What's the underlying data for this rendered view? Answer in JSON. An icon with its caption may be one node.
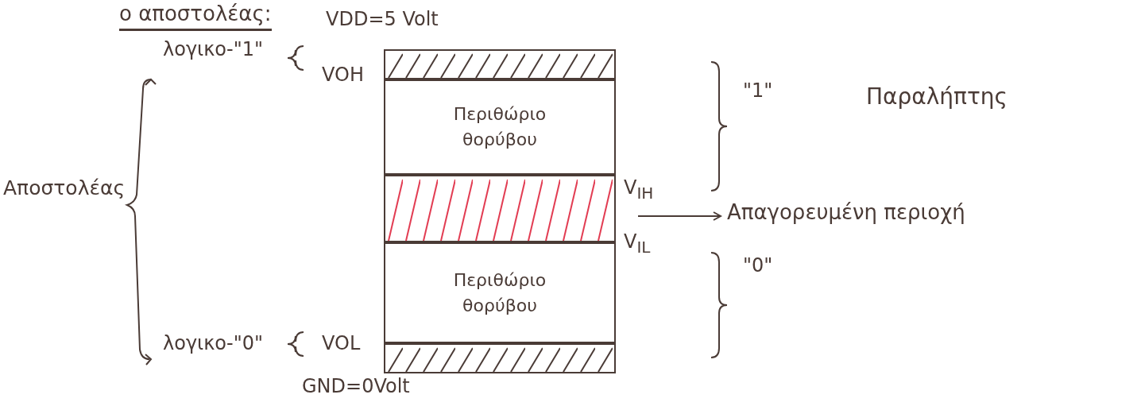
{
  "diagram": {
    "title": "ο αποστολέας:",
    "nodes": [
      {
        "text": [],
        "shape": "box"
      },
      {
        "text": [
          "Περιθώριο θορύβου"
        ]
      },
      {
        "text": [],
        "shape": "box"
      },
      {
        "text": [
          "Περιθώριο θορύβου"
        ]
      },
      {
        "text": [],
        "shape": "box"
      },
      {
        "text": [
          "Απαγορευμένη περιοχή"
        ]
      }
    ],
    "edges": [
      {
        "from": 2,
        "to": 5,
        "arrow": "to"
      }
    ],
    "labels": [
      "VDD=5 Volt",
      "λογικο-\"1\"",
      "VOH",
      "Αποστολέας",
      "V$_{IH}$",
      "\"1\"",
      "Παραλήπτης",
      "V$_{IL}$",
      "\"0\"",
      "λογικο-\"0\"",
      "VOL",
      "GND=0Volt"
    ]
  }
}
